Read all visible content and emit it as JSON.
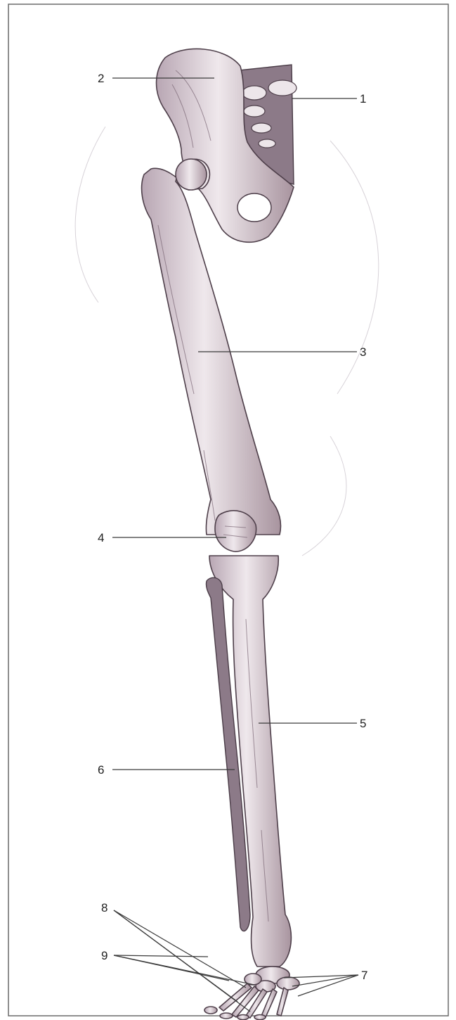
{
  "callouts": [
    {
      "id": "1",
      "text": "1"
    },
    {
      "id": "2",
      "text": "2"
    },
    {
      "id": "3",
      "text": "3"
    },
    {
      "id": "4",
      "text": "4"
    },
    {
      "id": "5",
      "text": "5"
    },
    {
      "id": "6",
      "text": "6"
    },
    {
      "id": "7",
      "text": "7"
    },
    {
      "id": "8",
      "text": "8"
    },
    {
      "id": "9",
      "text": "9"
    }
  ],
  "colors": {
    "bone": "#d9cbd3",
    "bone_shadow": "#8c7a88",
    "outline": "#4e3f4a",
    "leader": "#3a3a3a"
  }
}
